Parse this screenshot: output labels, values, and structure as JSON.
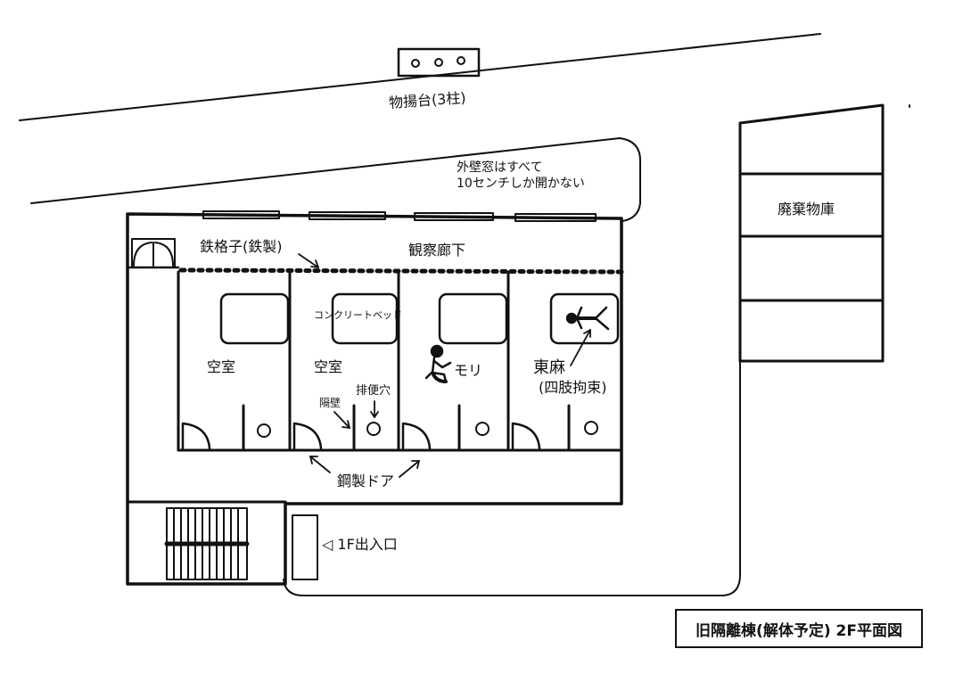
{
  "labels": {
    "drying_platform": "物揚台(3柱)",
    "window_note_line1": "外壁窓はすべて",
    "window_note_line2": "10センチしか開かない",
    "waste_storage": "廃棄物庫",
    "iron_lattice": "鉄格子(鉄製)",
    "observation_corridor": "観察廊下",
    "concrete_bed": "コンクリートベッド",
    "room1": "空室",
    "room2": "空室",
    "room3": "モリ",
    "room4_line1": "東麻",
    "room4_line2": "(四肢拘束)",
    "partition": "隔壁",
    "toilet_hole": "排便穴",
    "steel_door": "鋼製ドア",
    "entrance_1f": "◁ 1F出入口",
    "title": "旧隔離棟(解体予定) 2F平面図"
  }
}
